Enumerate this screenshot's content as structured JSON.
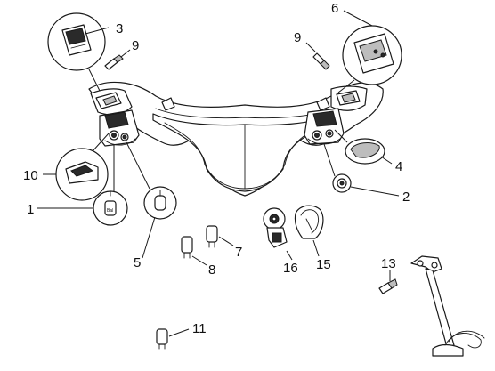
{
  "diagram": {
    "callouts": [
      {
        "id": "1",
        "label": "1"
      },
      {
        "id": "2",
        "label": "2"
      },
      {
        "id": "3",
        "label": "3"
      },
      {
        "id": "4",
        "label": "4"
      },
      {
        "id": "5",
        "label": "5"
      },
      {
        "id": "6",
        "label": "6"
      },
      {
        "id": "7",
        "label": "7"
      },
      {
        "id": "8",
        "label": "8"
      },
      {
        "id": "9a",
        "label": "9"
      },
      {
        "id": "9b",
        "label": "9"
      },
      {
        "id": "10",
        "label": "10"
      },
      {
        "id": "11",
        "label": "11"
      },
      {
        "id": "13",
        "label": "13"
      },
      {
        "id": "15",
        "label": "15"
      },
      {
        "id": "16",
        "label": "16"
      }
    ],
    "switch_text": "Bal",
    "colors": {
      "line": "#1a1a1a",
      "fill": "#ffffff",
      "dark": "#2a2a2a",
      "grey": "#bdbdbd"
    }
  }
}
